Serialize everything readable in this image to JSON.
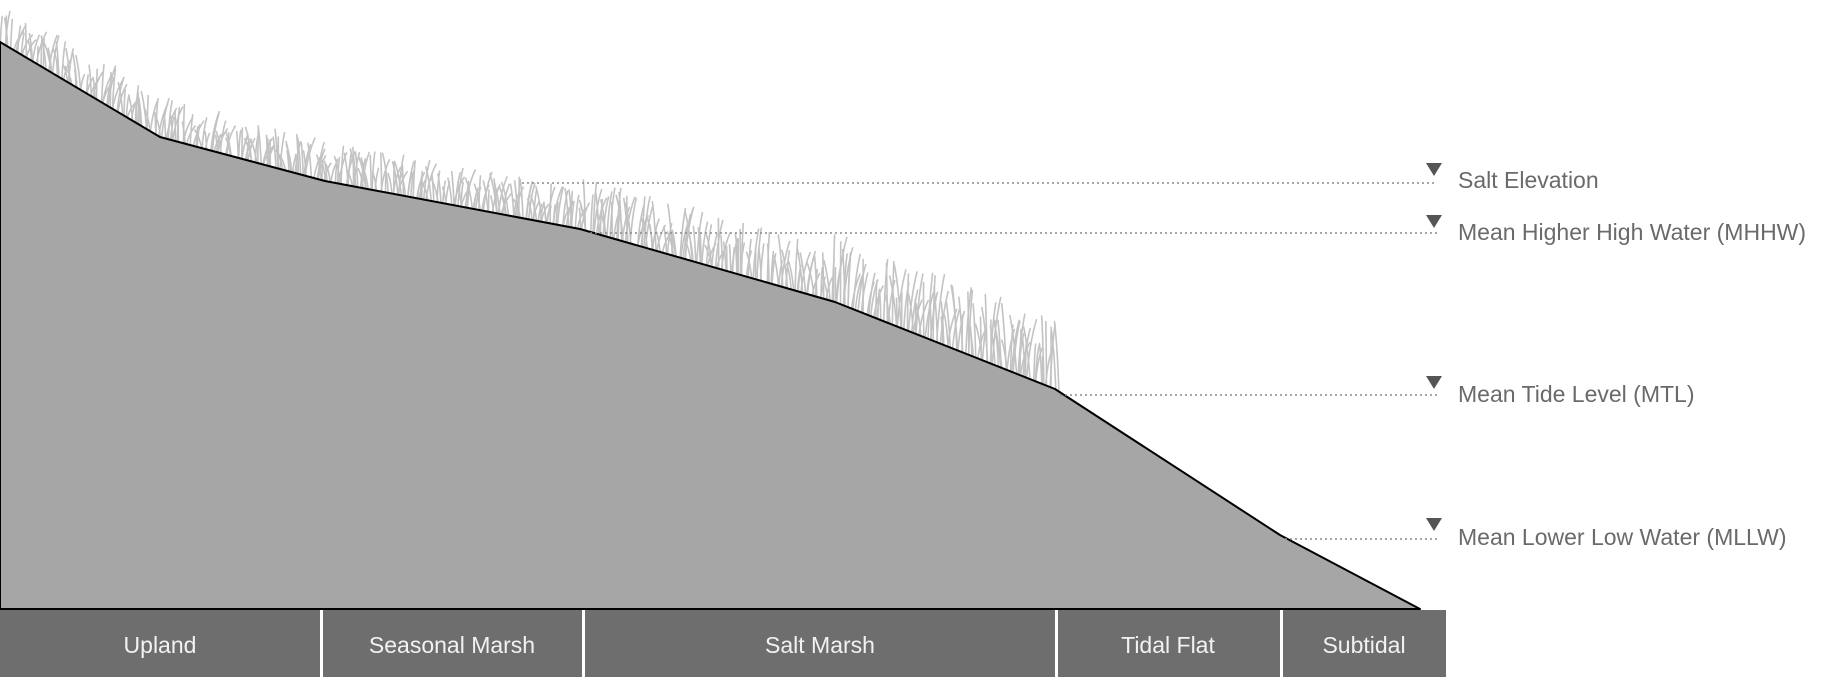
{
  "diagram": {
    "colors": {
      "terrain_fill": "#a6a6a6",
      "terrain_outline": "#000000",
      "zone_bar": "#6e6e6e",
      "zone_divider": "#ffffff",
      "zone_text": "#f2f2f2",
      "level_text": "#6a6a6a",
      "level_marker": "#555555",
      "dotted_line": "#8a8a8a",
      "grass": "#c3c3c3"
    },
    "levels": [
      {
        "id": "salt-elevation",
        "label": "Salt Elevation",
        "marker_icon": "down-triangle-icon"
      },
      {
        "id": "mhhw",
        "label": "Mean Higher High Water (MHHW)",
        "marker_icon": "down-triangle-icon"
      },
      {
        "id": "mtl",
        "label": "Mean Tide Level (MTL)",
        "marker_icon": "down-triangle-icon"
      },
      {
        "id": "mllw",
        "label": "Mean Lower Low Water (MLLW)",
        "marker_icon": "down-triangle-icon"
      }
    ],
    "zones": [
      {
        "id": "upland",
        "label": "Upland"
      },
      {
        "id": "seasonal-marsh",
        "label": "Seasonal Marsh"
      },
      {
        "id": "salt-marsh",
        "label": "Salt Marsh"
      },
      {
        "id": "tidal-flat",
        "label": "Tidal Flat"
      },
      {
        "id": "subtidal",
        "label": "Subtidal"
      }
    ]
  }
}
